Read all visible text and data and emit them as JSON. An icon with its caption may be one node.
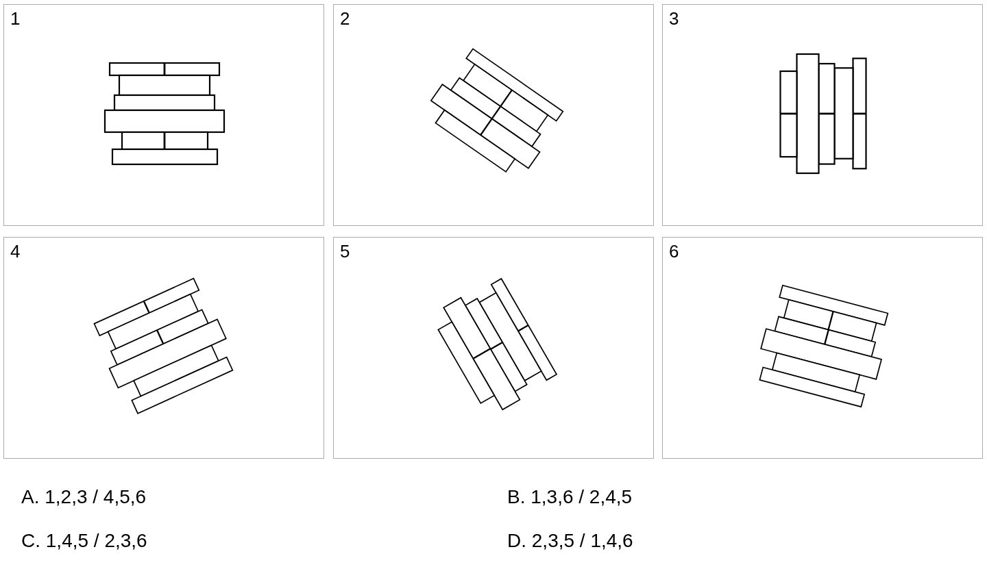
{
  "diagram": {
    "nodes": [
      {
        "text": [
          "1"
        ]
      },
      {
        "text": [
          "2"
        ]
      },
      {
        "text": [
          "3"
        ]
      },
      {
        "text": [
          "4"
        ]
      },
      {
        "text": [
          "5"
        ]
      },
      {
        "text": [
          "6"
        ]
      }
    ],
    "labels": [
      "A. 1,2,3 / 4,5,6",
      "B. 1,3,6 / 2,4,5",
      "C. 1,4,5 / 2,3,6",
      "D. 2,3,5 / 1,4,6"
    ]
  }
}
